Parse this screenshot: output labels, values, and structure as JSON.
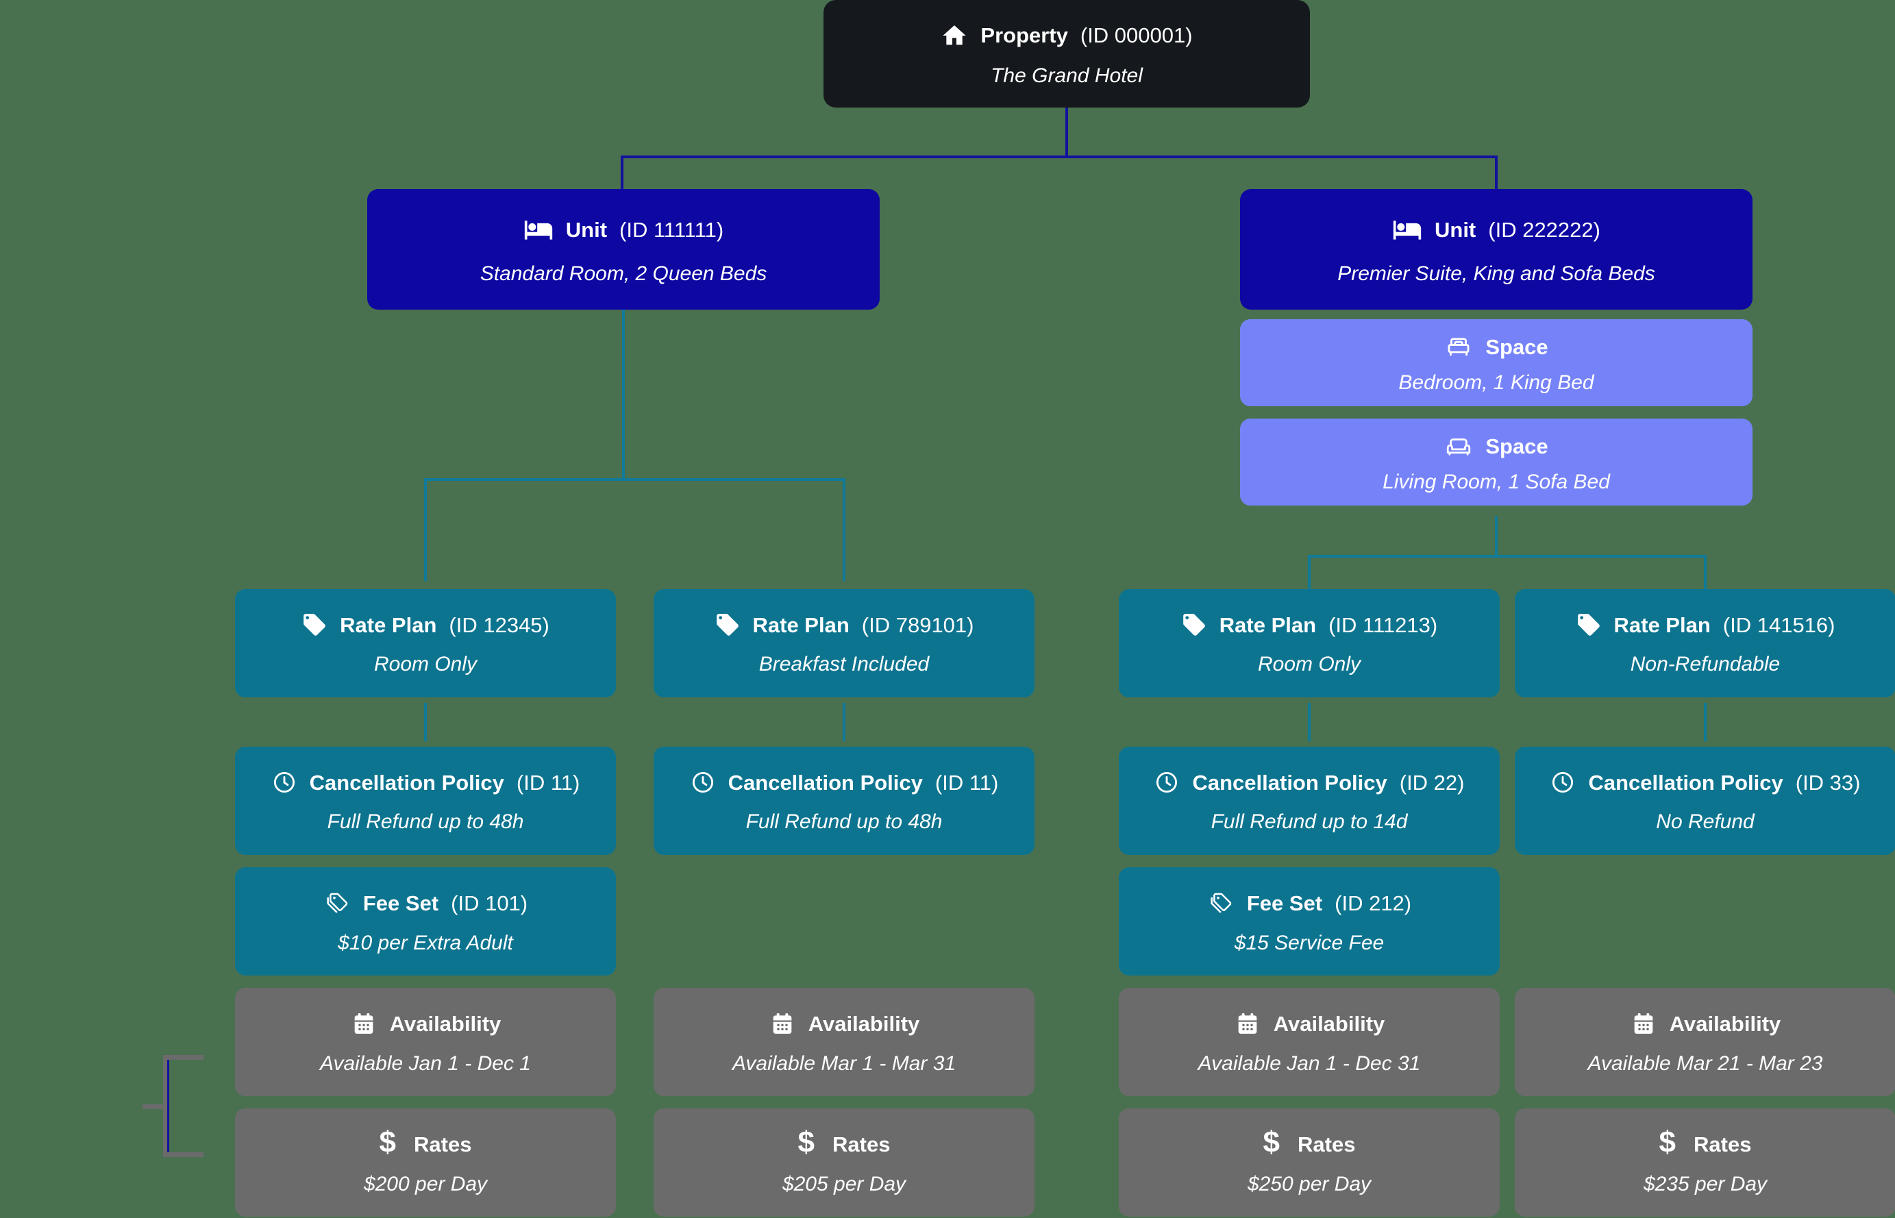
{
  "palette": {
    "background": "#49714f",
    "property_node": "#15191d",
    "unit_node": "#0e07a2",
    "space_node": "#7683f8",
    "rate_node": "#0d7490",
    "attribute_node": "#6b6b6b",
    "navy_connector": "#12129e",
    "teal_connector": "#117a99",
    "text": "#ffffff"
  },
  "icons": {
    "property": "home-icon",
    "unit": "bed-icon",
    "space_bedroom": "bed-outline-icon",
    "space_living": "sofa-outline-icon",
    "rate_plan": "tag-icon",
    "cancellation_policy": "clock-icon",
    "fee_set": "tags-icon",
    "availability": "calendar-icon",
    "rates": "dollar-icon",
    "dollar_glyph": "$"
  },
  "tree": {
    "property": {
      "name": "Property",
      "id": "(ID 000001)",
      "subtitle": "The Grand Hotel"
    },
    "units": [
      {
        "name": "Unit",
        "id": "(ID 111111)",
        "subtitle": "Standard Room, 2 Queen Beds"
      },
      {
        "name": "Unit",
        "id": "(ID 222222)",
        "subtitle": "Premier Suite, King and Sofa Beds"
      }
    ],
    "spaces": [
      {
        "name": "Space",
        "subtitle": "Bedroom, 1 King Bed"
      },
      {
        "name": "Space",
        "subtitle": "Living Room, 1 Sofa Bed"
      }
    ],
    "rate_plans": [
      {
        "name": "Rate Plan",
        "id": "(ID 12345)",
        "subtitle": "Room Only"
      },
      {
        "name": "Rate Plan",
        "id": "(ID 789101)",
        "subtitle": "Breakfast Included"
      },
      {
        "name": "Rate Plan",
        "id": "(ID 111213)",
        "subtitle": "Room Only"
      },
      {
        "name": "Rate Plan",
        "id": "(ID 141516)",
        "subtitle": "Non-Refundable"
      }
    ],
    "cancellation_policies": [
      {
        "name": "Cancellation Policy",
        "id": "(ID 11)",
        "subtitle": "Full Refund up to 48h"
      },
      {
        "name": "Cancellation Policy",
        "id": "(ID 11)",
        "subtitle": "Full Refund up to 48h"
      },
      {
        "name": "Cancellation Policy",
        "id": "(ID 22)",
        "subtitle": "Full Refund up to 14d"
      },
      {
        "name": "Cancellation Policy",
        "id": "(ID 33)",
        "subtitle": "No Refund"
      }
    ],
    "fee_sets": [
      {
        "name": "Fee Set",
        "id": "(ID 101)",
        "subtitle": "$10 per Extra Adult"
      },
      {
        "name": "Fee Set",
        "id": "(ID 212)",
        "subtitle": "$15 Service Fee"
      }
    ],
    "availability": [
      {
        "name": "Availability",
        "subtitle": "Available Jan 1 - Dec 1"
      },
      {
        "name": "Availability",
        "subtitle": "Available Mar 1 - Mar 31"
      },
      {
        "name": "Availability",
        "subtitle": "Available Jan 1 - Dec 31"
      },
      {
        "name": "Availability",
        "subtitle": "Available Mar 21 - Mar 23"
      }
    ],
    "rates": [
      {
        "name": "Rates",
        "subtitle": "$200 per Day"
      },
      {
        "name": "Rates",
        "subtitle": "$205 per Day"
      },
      {
        "name": "Rates",
        "subtitle": "$250 per Day"
      },
      {
        "name": "Rates",
        "subtitle": "$235 per Day"
      }
    ]
  }
}
